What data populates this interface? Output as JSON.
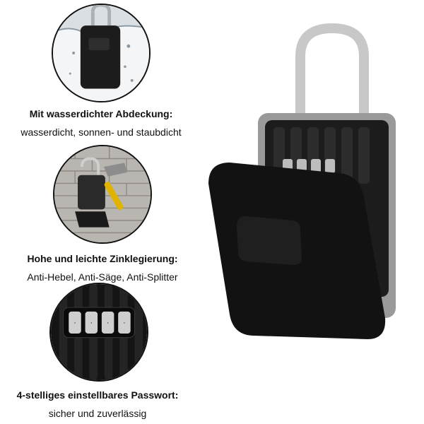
{
  "features": [
    {
      "title": "Mit wasserdichter Abdeckung:",
      "desc": "wasserdicht, sonnen- und staubdicht",
      "icon": "waterproof-lockbox-icon"
    },
    {
      "title": "Hohe und leichte Zinklegierung:",
      "desc": "Anti-Hebel, Anti-Säge, Anti-Splitter",
      "icon": "hammer-brick-wall-icon"
    },
    {
      "title": "4-stelliges einstellbares Passwort:",
      "desc": "sicher und zuverlässig",
      "icon": "combination-dial-icon"
    }
  ],
  "colors": {
    "body": "#1a1a1a",
    "frame": "#9a9a9a",
    "shackle": "#c8c8c8",
    "border": "#111111"
  }
}
